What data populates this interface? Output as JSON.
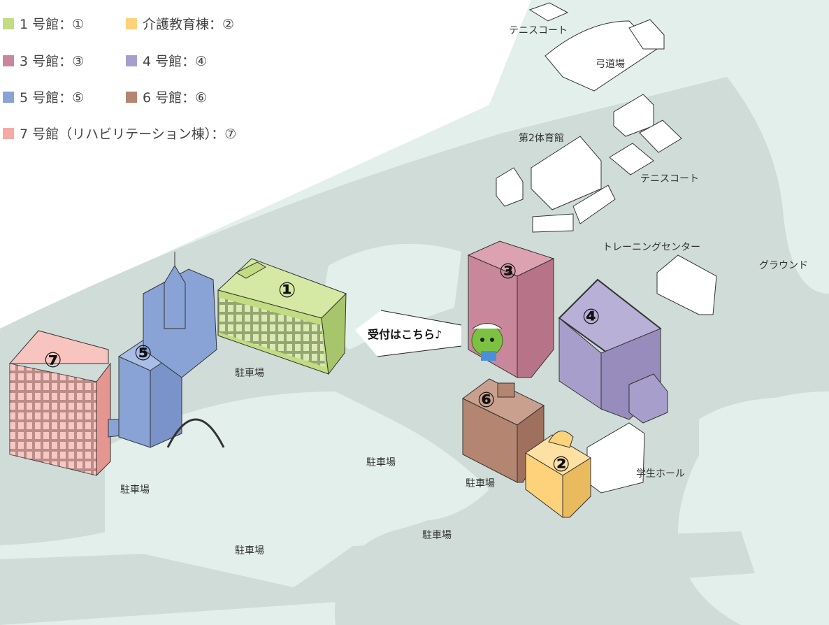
{
  "legend": [
    {
      "label": "1 号館：①",
      "color": "#c2dc82"
    },
    {
      "label": "介護教育棟：②",
      "color": "#fdd27a"
    },
    {
      "label": "3 号館：③",
      "color": "#c9879b"
    },
    {
      "label": "4 号館：④",
      "color": "#a89ecb"
    },
    {
      "label": "5 号館：⑤",
      "color": "#89a3d7"
    },
    {
      "label": "6 号館：⑥",
      "color": "#b48571"
    },
    {
      "label": "7 号館（リハビリテーション棟）：⑦",
      "color": "#f4aaa5"
    }
  ],
  "buildings": {
    "b1": "①",
    "b2": "②",
    "b3": "③",
    "b4": "④",
    "b5": "⑤",
    "b6": "⑥",
    "b7": "⑦"
  },
  "places": {
    "tennis1": "テニスコート",
    "kyudo": "弓道場",
    "gym2": "第2体育館",
    "tennis2": "テニスコート",
    "training": "トレーニングセンター",
    "ground": "グラウンド",
    "student_hall": "学生ホール",
    "parking1": "駐車場",
    "parking2": "駐車場",
    "parking3": "駐車場",
    "parking4": "駐車場",
    "parking5": "駐車場",
    "parking6": "駐車場"
  },
  "reception": "受付はこちら♪"
}
